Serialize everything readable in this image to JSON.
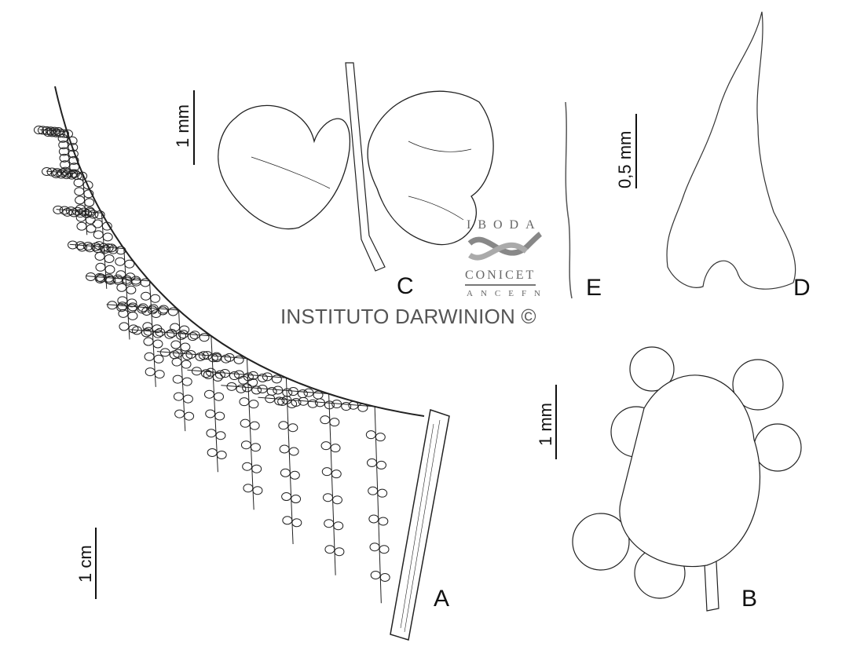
{
  "figure": {
    "panels": {
      "A": {
        "label": "A",
        "scale": "1 cm"
      },
      "B": {
        "label": "B",
        "scale": "1 mm"
      },
      "C": {
        "label": "C",
        "scale": "1 mm"
      },
      "D": {
        "label": "D",
        "scale": "0,5 mm"
      },
      "E": {
        "label": "E"
      }
    },
    "logo": {
      "top": "IBODA",
      "middle": "CONICET",
      "bottom": "ANCEFN"
    },
    "credit": "INSTITUTO DARWINION ©",
    "colors": {
      "ink": "#111111",
      "logo_gray": "#777777",
      "credit_gray": "#555555"
    }
  }
}
